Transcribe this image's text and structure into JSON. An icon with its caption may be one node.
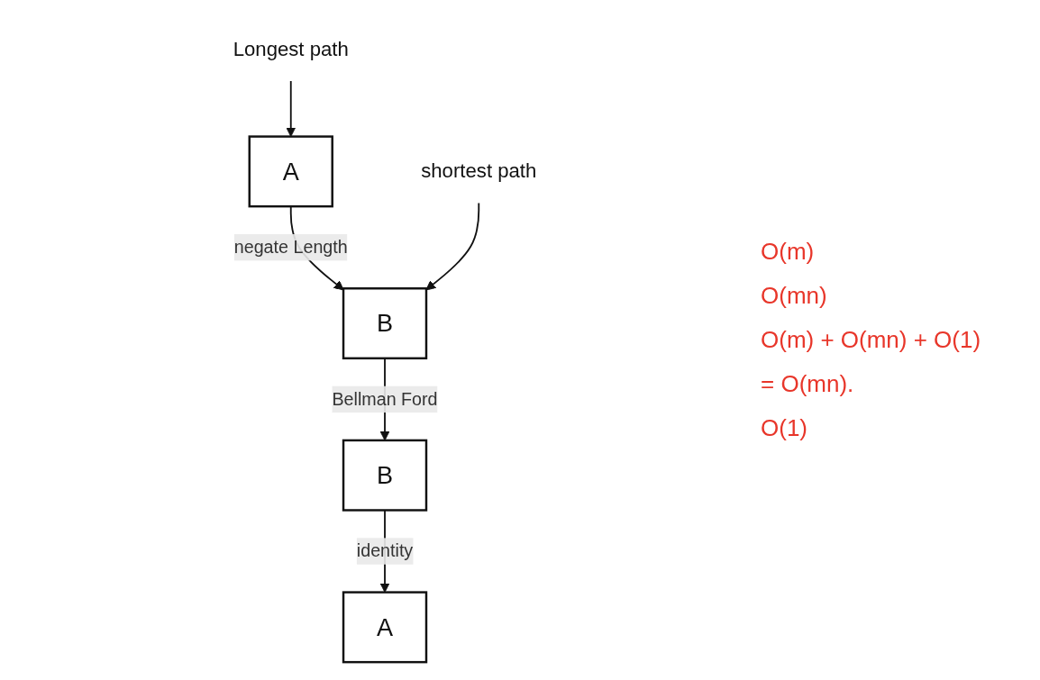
{
  "diagram": {
    "nodes": [
      {
        "text": [
          "Longest path"
        ]
      },
      {
        "text": [
          "A"
        ]
      },
      {
        "text": [
          "B"
        ]
      },
      {
        "text": [
          "B"
        ]
      },
      {
        "text": [
          "A"
        ]
      },
      {
        "text": [
          "shortest path"
        ]
      }
    ],
    "edges": [
      {
        "from": 0,
        "to": 1,
        "arrow": "to"
      },
      {
        "from": 1,
        "to": 2,
        "arrow": "to",
        "label": "negate Length"
      },
      {
        "from": 2,
        "to": 3,
        "arrow": "to",
        "label": "Bellman Ford"
      },
      {
        "from": 3,
        "to": 4,
        "arrow": "to",
        "label": "identity"
      },
      {
        "from": 5,
        "to": 2,
        "arrow": "to"
      }
    ],
    "labels": [
      "O(m)",
      "O(mn)",
      "O(m) + O(mn) + O(1)",
      "= O(mn).",
      "O(1)"
    ]
  }
}
